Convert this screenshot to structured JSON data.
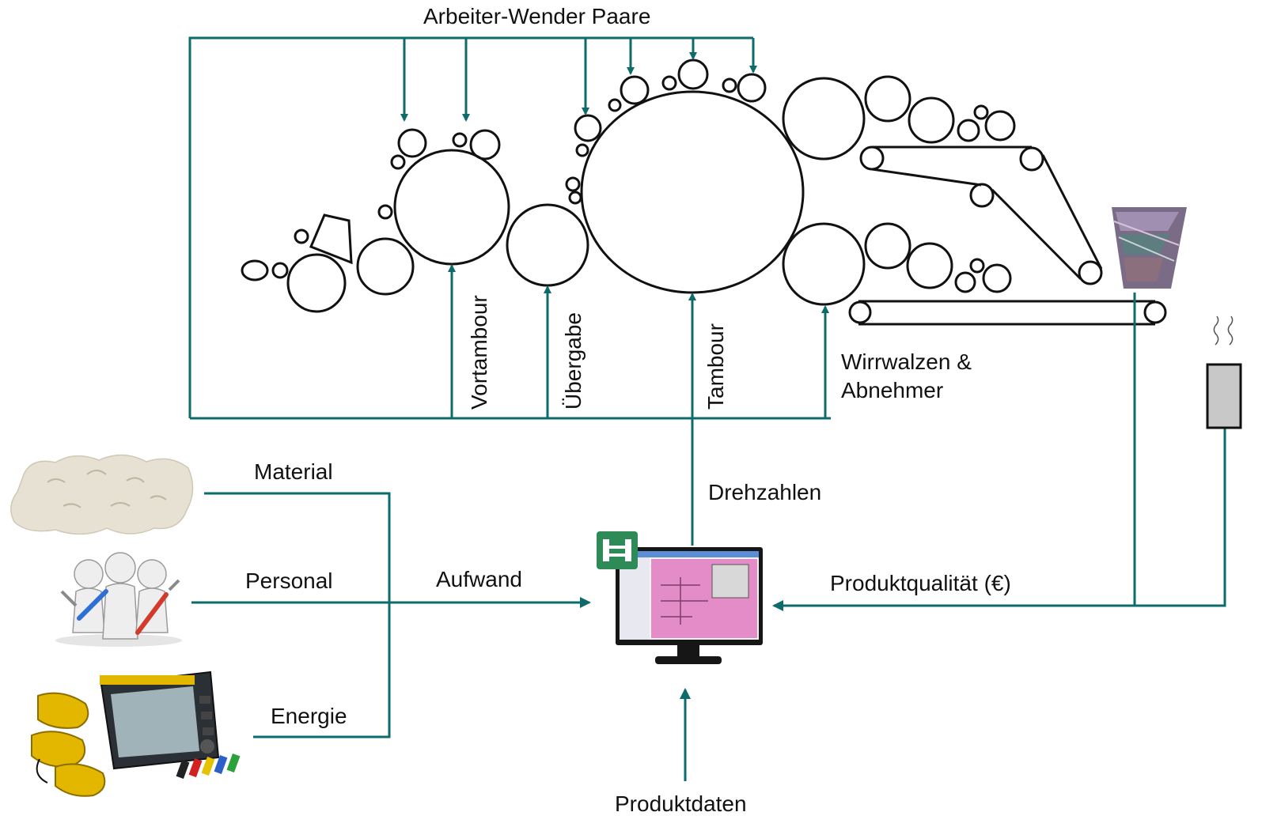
{
  "labels": {
    "worker_pairs": "Arbeiter-Wender  Paare",
    "vortambour": "Vortambour",
    "uebergabe": "Übergabe",
    "tambour": "Tambour",
    "wirrwalzen": "Wirrwalzen &\nAbnehmer",
    "material": "Material",
    "personal": "Personal",
    "energie": "Energie",
    "aufwand": "Aufwand",
    "drehzahlen": "Drehzahlen",
    "produktqualitaet": "Produktqualität  (€)",
    "produktdaten": "Produktdaten"
  },
  "colors": {
    "connector": "#0e6b6b",
    "outline": "#111111",
    "app_icon": "#2e8b57",
    "screen": "#e48cc8",
    "sensor": "#c8c8c8"
  },
  "icons": {
    "material": "cotton-fiber-icon",
    "personal": "workers-with-tools-icon",
    "energie": "power-analyzer-icon",
    "software": "process-monitor-screen-icon",
    "sensor": "quality-sensor-icon",
    "fibre_web": "fibre-web-output-icon"
  }
}
